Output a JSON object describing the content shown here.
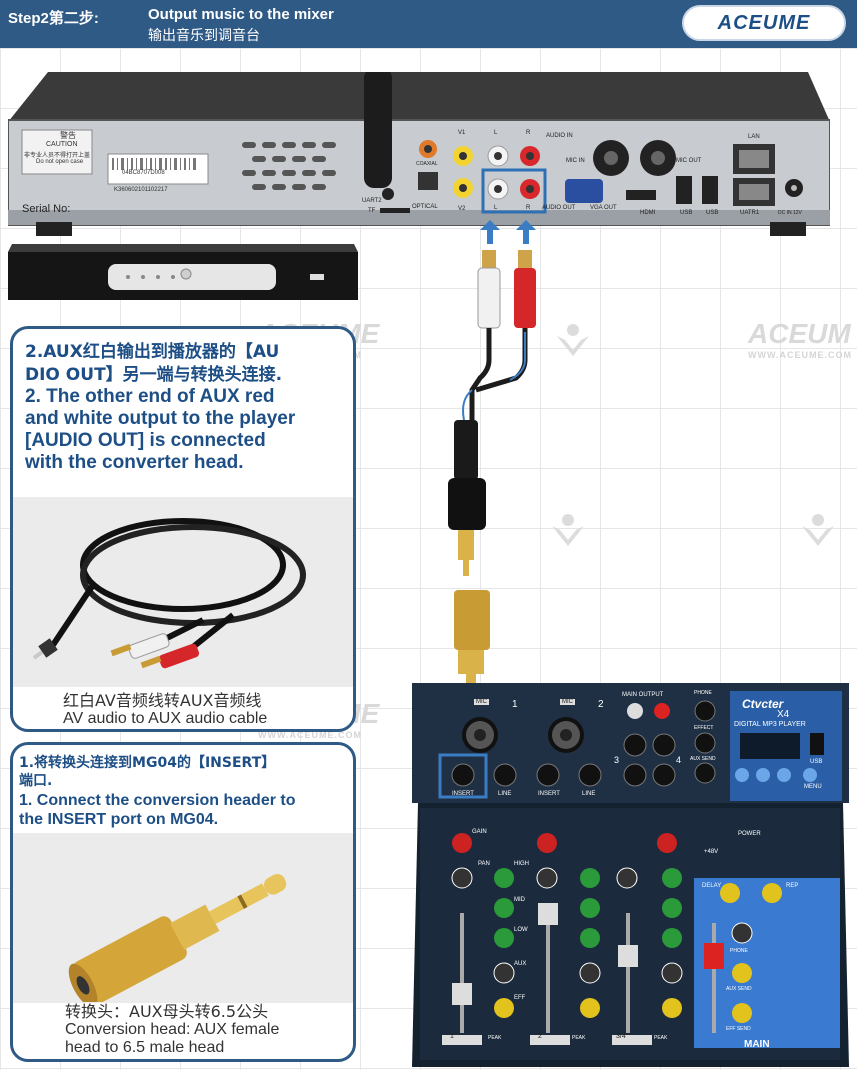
{
  "header": {
    "step_label": "Step2第二步:",
    "title_en": "Output music to the mixer",
    "title_cn": "输出音乐到调音台",
    "brand": "ACEUME"
  },
  "watermark": {
    "text": "ACEUM",
    "text_full": "ACEUME",
    "sub": "WWW.ACEUME.COM"
  },
  "player": {
    "warning_title": "警告",
    "warning_caution": "CAUTION",
    "warning_cn": "非专业人员不得打开上盖",
    "warning_en": "Do not open case",
    "serial_label": "Serial No:",
    "barcode_top": "04BC8707D008",
    "barcode_bottom": "K360602101102217",
    "ports": {
      "uart2": "UART2",
      "tf": "TF",
      "coaxial": "COAXIAL",
      "optical": "OPTICAL",
      "v1": "V1",
      "v2": "V2",
      "l_top": "L",
      "r_top": "R",
      "l_bottom": "L",
      "r_bottom": "R",
      "audio_in": "AUDIO IN",
      "mic_in": "MIC IN",
      "audio_out": "AUDIO OUT",
      "vga_out": "VGA OUT",
      "hdmi": "HDMI",
      "usb1": "USB",
      "usb2": "USB",
      "mic_out": "MIC OUT",
      "lan": "LAN",
      "uatr1": "UATR1",
      "dc_in": "DC IN 12V"
    }
  },
  "panel1": {
    "text_cn": "2.AUX红白输出到播放器的【AUDIO OUT】另一端与转换头连接.",
    "text_cn_line1": "2.AUX红白输出到播放器的【AU",
    "text_cn_line2": "DIO OUT】另一端与转换头连接.",
    "text_en_line1": "2. The other end of AUX red",
    "text_en_line2": "and white output to the player",
    "text_en_line3": "[AUDIO OUT] is connected",
    "text_en_line4": "with the converter head.",
    "caption_cn": "红白AV音频线转AUX音频线",
    "caption_en": "AV audio to AUX audio cable"
  },
  "panel2": {
    "text_cn_line1": "1.将转换头连接到MG04的【INSERT】",
    "text_cn_line2": "端口.",
    "text_en_line1": "1. Connect the conversion header to",
    "text_en_line2": "the INSERT port on MG04.",
    "caption_cn": "转换头：AUX母头转6.5公头",
    "caption_en_line1": "Conversion head: AUX female",
    "caption_en_line2": "head to 6.5 male head"
  },
  "mixer": {
    "brand": "Ctvcter",
    "model": "X4",
    "player_label": "DIGITAL MP3 PLAYER",
    "ch1": "1",
    "ch2": "2",
    "ch34": "3/4",
    "ch3": "3",
    "ch4": "4",
    "mic1": "MIC",
    "mic2": "MIC",
    "insert1": "INSERT",
    "line1": "LINE",
    "insert2": "INSERT",
    "line2": "LINE",
    "main_output": "MAIN OUTPUT",
    "phone": "PHONE",
    "effect": "EFFECT",
    "aux_send": "AUX SEND",
    "usb": "USB",
    "menu": "MENU",
    "gain": "GAIN",
    "pan": "PAN",
    "high": "HIGH",
    "mid": "MID",
    "low": "LOW",
    "aux": "AUX",
    "eff": "EFF",
    "power": "POWER",
    "v48": "+48V",
    "delay": "DELAY",
    "rep": "REP",
    "aux_send_knob": "AUX SEND",
    "eff_send": "EFF SEND",
    "phone_knob": "PHONE",
    "main": "MAIN",
    "peak": "PEAK"
  },
  "colors": {
    "header_bg": "#2f5a86",
    "panel_border": "#2f5a86",
    "text_blue": "#1d4f86",
    "highlight": "#3b7dc4"
  }
}
